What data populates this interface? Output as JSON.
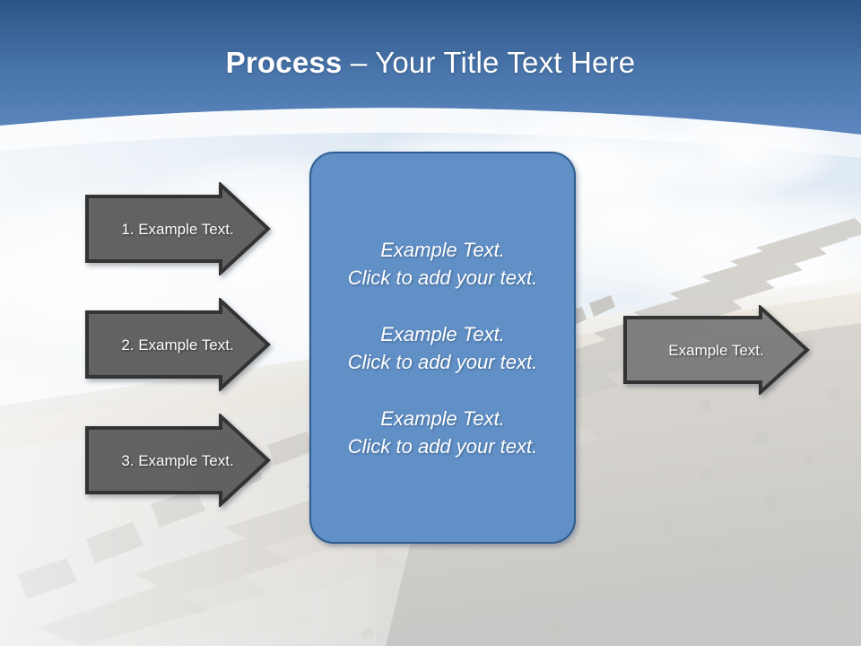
{
  "slide": {
    "title_strong": "Process",
    "title_rest": " – Your Title Text Here",
    "theme": {
      "header_blue_top": "#2d5486",
      "header_blue_bottom": "#5d87be",
      "panel_blue": "#6190c6",
      "panel_border": "#2f5c91",
      "arrow_gray": "#5d5d5d",
      "arrow_gray_light": "#7a7a7a",
      "arrow_border": "#333333",
      "text_white": "#ffffff"
    }
  },
  "input_arrows": [
    {
      "label": "1. Example Text."
    },
    {
      "label": "2. Example Text."
    },
    {
      "label": "3. Example Text."
    }
  ],
  "center_panel": {
    "blocks": [
      {
        "line1": "Example Text.",
        "line2": "Click  to add your text."
      },
      {
        "line1": "Example Text.",
        "line2": "Click  to add your text."
      },
      {
        "line1": "Example Text.",
        "line2": "Click  to add your text."
      }
    ]
  },
  "output_arrow": {
    "label": "Example Text."
  },
  "background": {
    "description": "railway-track-photo",
    "sky": "cloudy-sky",
    "icon": "train-track-icon"
  }
}
